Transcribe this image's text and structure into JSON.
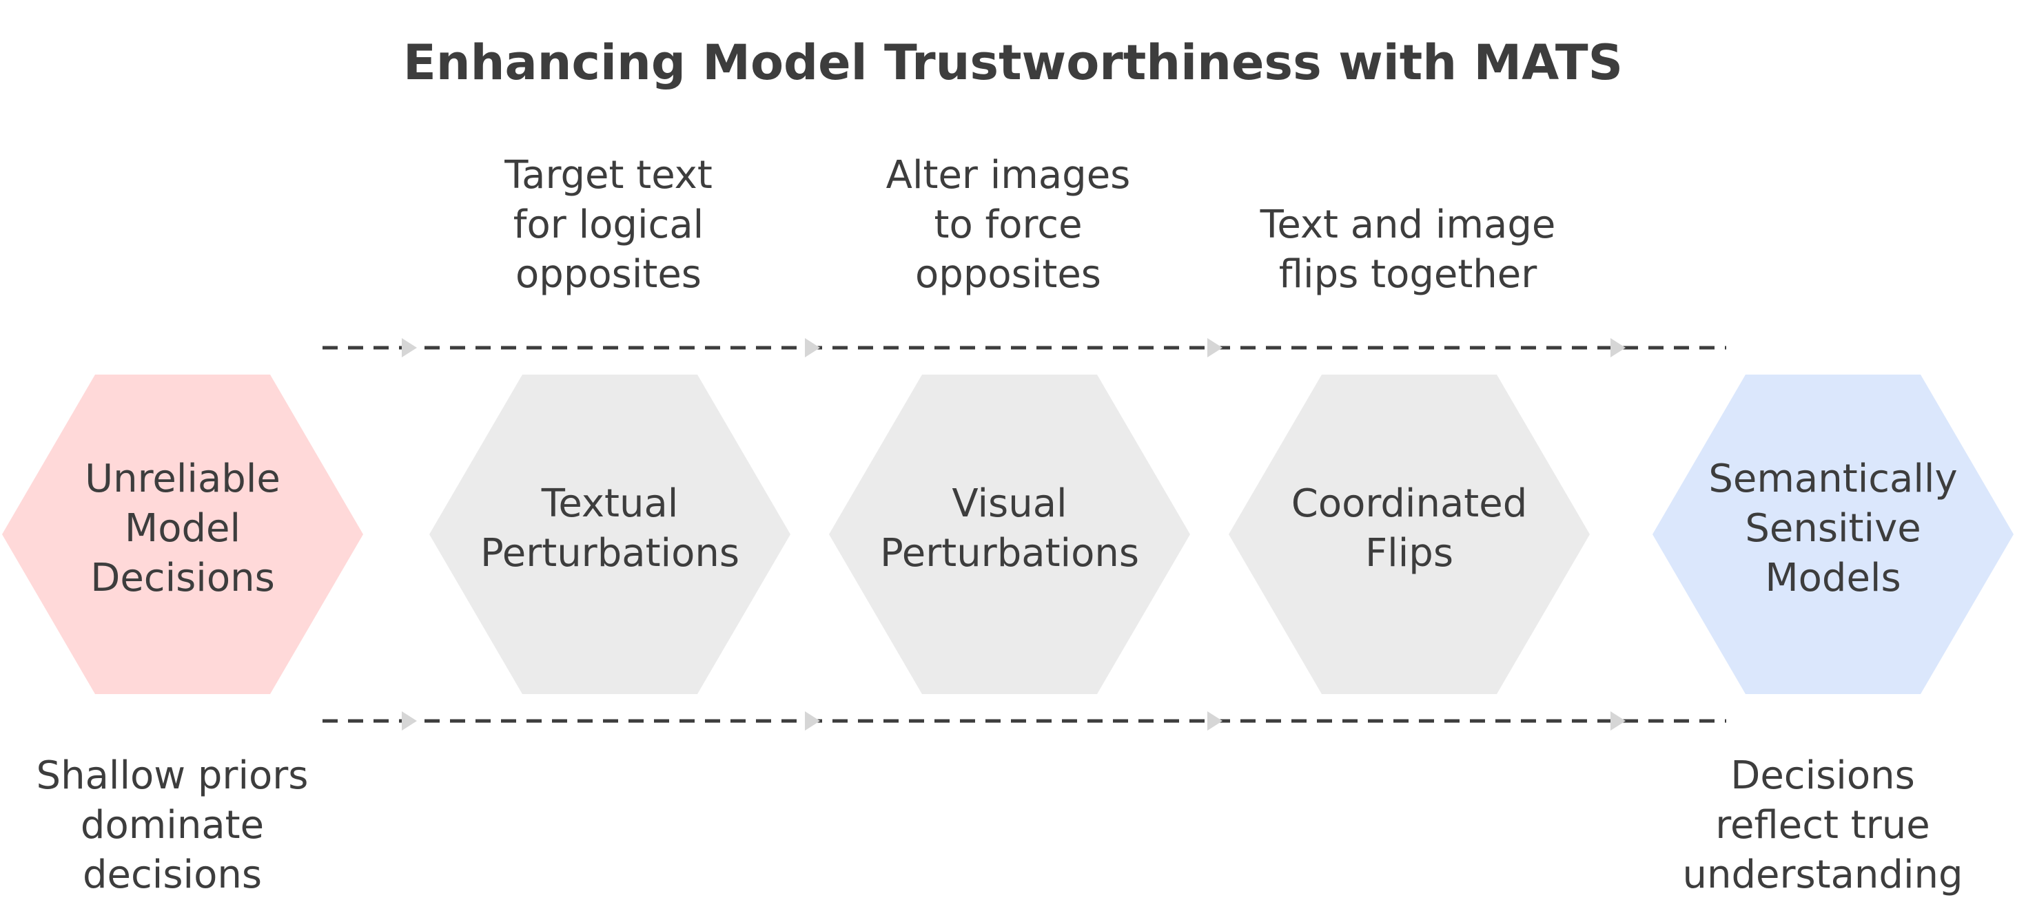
{
  "title": "Enhancing Model Trustworthiness with MATS",
  "colors": {
    "text": "#3d3d3d",
    "start_fill": "#ffd9d9",
    "step_fill": "#ebebeb",
    "end_fill": "#dbe7fc",
    "connector": "#3d3d3d",
    "arrowhead": "#d6d6d6"
  },
  "stages": [
    {
      "id": "unreliable",
      "kind": "start",
      "label": [
        "Unreliable",
        "Model",
        "Decisions"
      ],
      "above": [],
      "below": [
        "Shallow priors",
        "dominate",
        "decisions"
      ]
    },
    {
      "id": "textual",
      "kind": "step",
      "label": [
        "Textual",
        "Perturbations"
      ],
      "above": [
        "Target text",
        "for logical",
        "opposites"
      ],
      "below": []
    },
    {
      "id": "visual",
      "kind": "step",
      "label": [
        "Visual",
        "Perturbations"
      ],
      "above": [
        "Alter images",
        "to force",
        "opposites"
      ],
      "below": []
    },
    {
      "id": "coordinated",
      "kind": "step",
      "label": [
        "Coordinated",
        "Flips"
      ],
      "above": [
        "Text and image",
        "flips together"
      ],
      "below": []
    },
    {
      "id": "sensitive",
      "kind": "end",
      "label": [
        "Semantically",
        "Sensitive",
        "Models"
      ],
      "above": [],
      "below": [
        "Decisions",
        "reflect true",
        "understanding"
      ]
    }
  ]
}
